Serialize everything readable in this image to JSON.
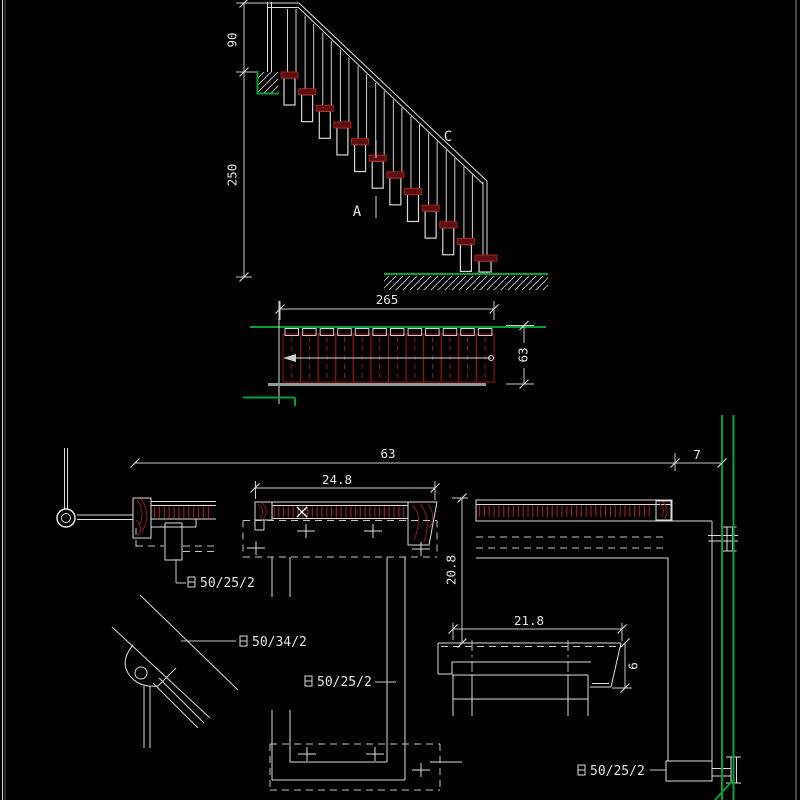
{
  "title": "staircase-cad-detail-drawing",
  "colors": {
    "background": "#000000",
    "line_white": "#dcdcdc",
    "dim_gray": "#c8c8c8",
    "hatch_red": "#9b1b1b",
    "tread_fill": "#5c0d0d",
    "tread_edge": "#a82020",
    "green": "#00a332",
    "gray_thick": "#8f9c9c"
  },
  "elevation": {
    "dim_upper": "90",
    "dim_lower": "250",
    "label_c": "C",
    "label_a": "A",
    "step_count": 12
  },
  "plan": {
    "dim_length": "265",
    "dim_width": "63",
    "tread_count": 12
  },
  "details": {
    "dim_total_width": "63",
    "dim_side_offset": "7",
    "dim_tread_top": "24.8",
    "dim_height": "20.8",
    "dim_tread_lower": "21.8",
    "dim_profile_height": "6",
    "label_post": "50/25/2",
    "label_stringer": "50/34/2",
    "label_mid_post": "50/25/2",
    "label_bottom_post": "50/25/2"
  }
}
